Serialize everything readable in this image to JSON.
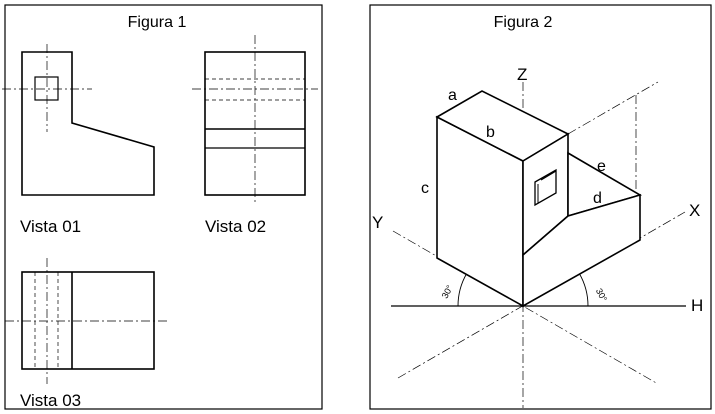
{
  "figure1": {
    "title": "Figura 1",
    "view1_label": "Vista 01",
    "view2_label": "Vista 02",
    "view3_label": "Vista 03"
  },
  "figure2": {
    "title": "Figura 2",
    "axis_z": "Z",
    "axis_x": "X",
    "axis_y": "Y",
    "axis_h": "H",
    "edge_a": "a",
    "edge_b": "b",
    "edge_c": "c",
    "edge_d": "d",
    "edge_e": "e",
    "angle_left": "30°",
    "angle_right": "30°"
  }
}
